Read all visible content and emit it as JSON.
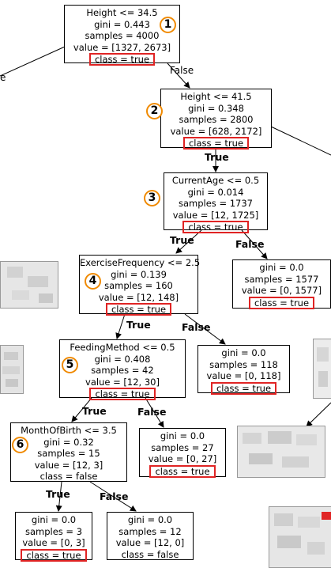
{
  "nodes": {
    "root": {
      "lines": [
        "Height <= 34.5",
        "gini = 0.443",
        "samples = 4000",
        "value = [1327, 2673]"
      ],
      "class": "class = true",
      "highlight": true,
      "badge": "1"
    },
    "n2": {
      "lines": [
        "Height <= 41.5",
        "gini = 0.348",
        "samples = 2800",
        "value = [628, 2172]"
      ],
      "class": "class = true",
      "highlight": true,
      "badge": "2"
    },
    "n3": {
      "lines": [
        "CurrentAge <= 0.5",
        "gini = 0.014",
        "samples = 1737",
        "value = [12, 1725]"
      ],
      "class": "class = true",
      "highlight": true,
      "badge": "3"
    },
    "n3r": {
      "lines": [
        "gini = 0.0",
        "samples = 1577",
        "value = [0, 1577]"
      ],
      "class": "class = true",
      "highlight": true
    },
    "n4": {
      "lines": [
        "ExerciseFrequency <= 2.5",
        "gini = 0.139",
        "samples = 160",
        "value = [12, 148]"
      ],
      "class": "class = true",
      "highlight": true,
      "badge": "4"
    },
    "n4r": {
      "lines": [
        "gini = 0.0",
        "samples = 118",
        "value = [0, 118]"
      ],
      "class": "class = true",
      "highlight": true
    },
    "n5": {
      "lines": [
        "FeedingMethod <= 0.5",
        "gini = 0.408",
        "samples = 42",
        "value = [12, 30]"
      ],
      "class": "class = true",
      "highlight": true,
      "badge": "5"
    },
    "n5r": {
      "lines": [
        "gini = 0.0",
        "samples = 27",
        "value = [0, 27]"
      ],
      "class": "class = true",
      "highlight": true
    },
    "n6": {
      "lines": [
        "MonthOfBirth <= 3.5",
        "gini = 0.32",
        "samples = 15",
        "value = [12, 3]"
      ],
      "class": "class = false",
      "highlight": false,
      "badge": "6"
    },
    "n6l": {
      "lines": [
        "gini = 0.0",
        "samples = 3",
        "value = [0, 3]"
      ],
      "class": "class = true",
      "highlight": true
    },
    "n6r": {
      "lines": [
        "gini = 0.0",
        "samples = 12",
        "value = [12, 0]"
      ],
      "class": "class = false",
      "highlight": false
    }
  },
  "edge_labels": {
    "root_left": "e",
    "root_false": "False",
    "n2_true": "True",
    "n3_true": "True",
    "n3_false": "False",
    "n4_true": "True",
    "n4_false": "False",
    "n5_true": "True",
    "n5_false": "False",
    "n6_true": "True",
    "n6_false": "False"
  },
  "colors": {
    "highlight_border": "#e02424",
    "badge_border": "#f08a00",
    "edge": "#000000"
  }
}
